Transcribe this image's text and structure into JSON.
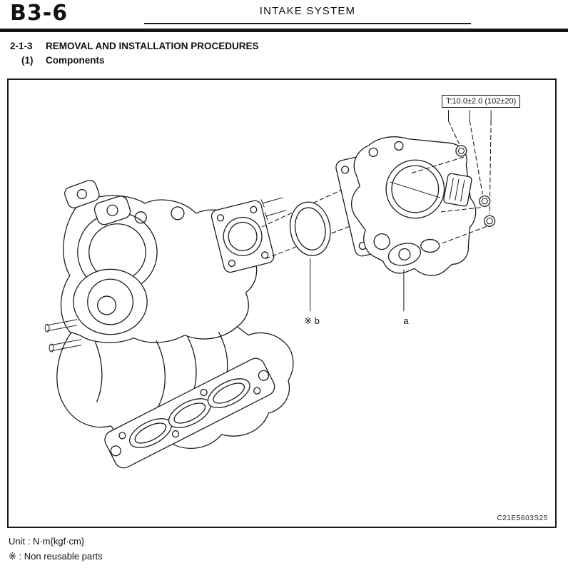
{
  "header": {
    "page_code": "B3-6",
    "title": "INTAKE SYSTEM"
  },
  "section": {
    "number": "2-1-3",
    "title": "REMOVAL AND INSTALLATION PROCEDURES",
    "sub_number": "(1)",
    "sub_title": "Components"
  },
  "figure": {
    "torque_label": "T:10.0±2.0 (102±20)",
    "part_label_a": "a",
    "part_label_b": "※ b",
    "fastener_callout_count": 3,
    "figure_code": "C21E5603S25",
    "ink_color": "#1b1b1b"
  },
  "notes": {
    "unit_note": "Unit : N·m{kgf·cm}",
    "non_reusable_note": "※ : Non reusable parts"
  }
}
